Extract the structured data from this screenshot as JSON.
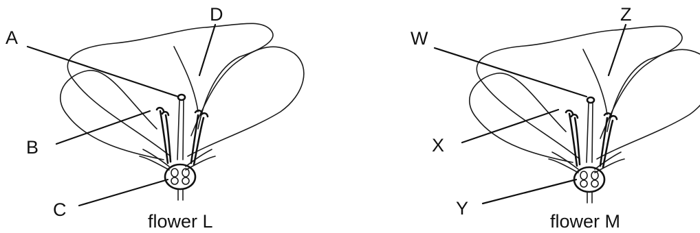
{
  "flowers": [
    {
      "caption": "flower L",
      "labels": {
        "top_left": "A",
        "top_right": "D",
        "middle": "B",
        "bottom": "C"
      }
    },
    {
      "caption": "flower M",
      "labels": {
        "top_left": "W",
        "top_right": "Z",
        "middle": "X",
        "bottom": "Y"
      }
    }
  ]
}
